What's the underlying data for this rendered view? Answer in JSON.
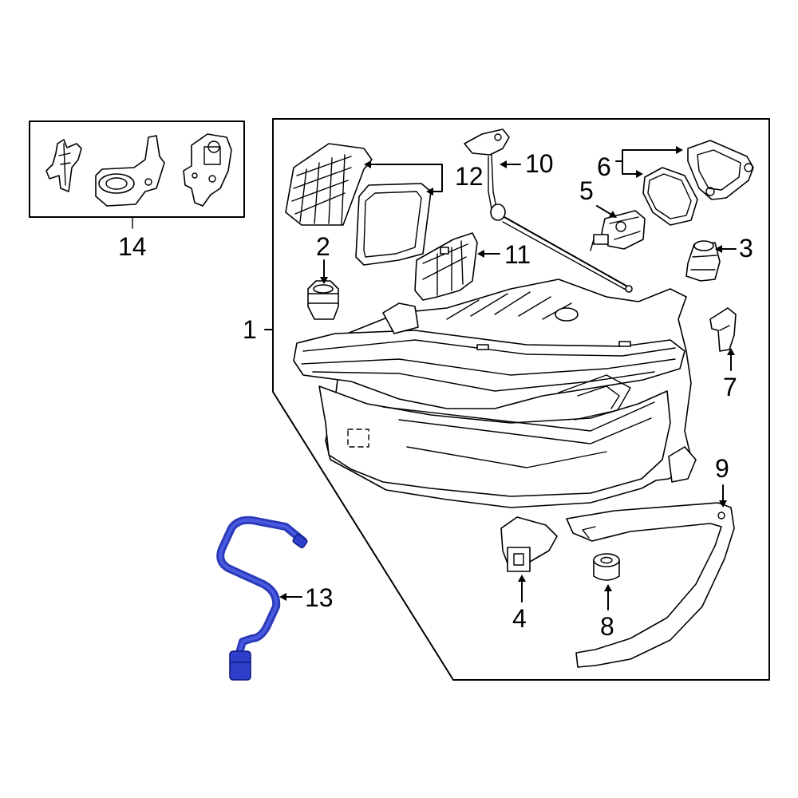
{
  "diagram": {
    "callouts": {
      "c1": "1",
      "c2": "2",
      "c3": "3",
      "c4": "4",
      "c5": "5",
      "c6": "6",
      "c7": "7",
      "c8": "8",
      "c9": "9",
      "c10": "10",
      "c11": "11",
      "c12": "12",
      "c13": "13",
      "c14": "14"
    },
    "colors": {
      "line": "#000000",
      "highlight_part": "#2a3ab8",
      "highlight_fill": "#2f3fc9",
      "background": "#ffffff"
    }
  }
}
